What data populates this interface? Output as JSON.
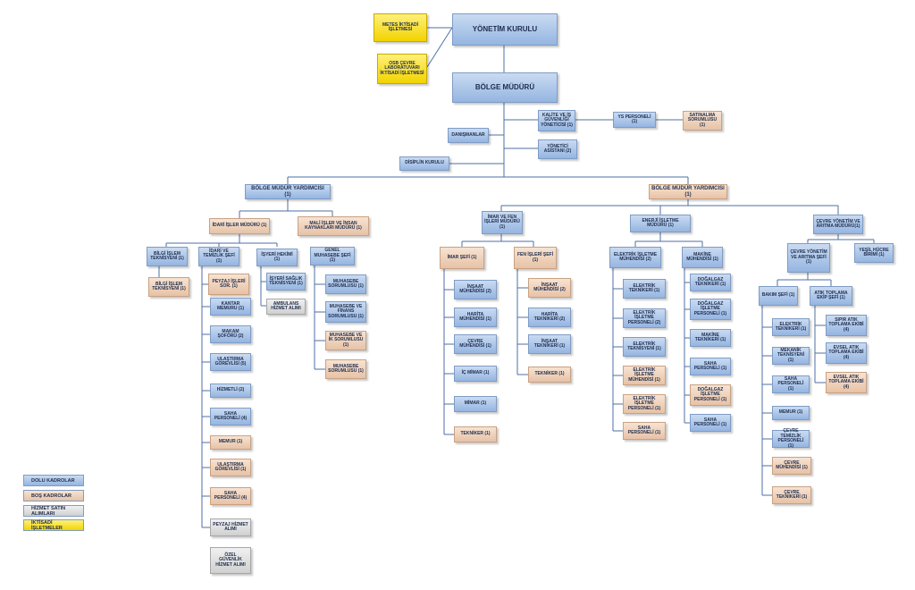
{
  "chart": {
    "top_board": "YÖNETİM KURULU",
    "metes": "METES İKTİSADİ İŞLETMESİ",
    "osb_lab": "OSB ÇEVRE LABORATUVARI İKTİSADİ İŞLETMESİ",
    "regional_manager": "BÖLGE MÜDÜRÜ",
    "quality_head": "KALİTE VE İŞ GÜVENLİĞİ YÖNETİCİSİ (1)",
    "ys_staff": "YS PERSONELİ (1)",
    "purchasing": "SATINALMA SORUMLUSU (1)",
    "advisors": "DANIŞMANLAR",
    "exec_assistant": "YÖNETİCİ ASİSTANI (2)",
    "discipline": "DİSİPLİN KURULU",
    "deputy_left": "BÖLGE MÜDÜR YARDIMCISI (1)",
    "deputy_right": "BÖLGE MÜDÜR YARDIMCISI (1)",
    "admin_dir": "İDARİ İŞLER MÜDÜRÜ (1)",
    "finance_dir": "MALİ İŞLER VE İNSAN KAYNAKLARI MÜDÜRÜ (1)",
    "it_tech": "BİLGİ İŞLEM TEKNİSYENİ (1)",
    "it_tech2": "BİLGİ İŞLEM TEKNİSYENİ (1)",
    "admin_clean_chief": "İDARİ VE TEMİZLİK ŞEFİ (1)",
    "landscape_chief": "PEYZAJ İŞLERİ SOR. (1)",
    "scale_officer": "KANTAR MEMURU (1)",
    "driver": "MAKAM ŞOFÖRÜ (2)",
    "transport": "ULAŞTIRMA GÖREVLİSİ (5)",
    "servant": "HİZMETLİ (2)",
    "field_staff_4": "SAHA PERSONELİ (4)",
    "clerk": "MEMUR (1)",
    "transport_1": "ULAŞTIRMA GÖREVLİSİ (1)",
    "field_staff_4b": "SAHA PERSONELİ (4)",
    "landscape_service": "PEYZAJ HİZMET ALIMI",
    "security_service": "ÖZEL GÜVENLİK HİZMET ALIMI",
    "workplace_doctor": "İŞYERİ HEKİMİ (1)",
    "health_tech": "İŞYERİ SAĞLIK TEKNİSYENİ (1)",
    "ambulance": "AMBULANS HİZMET ALIMI",
    "gen_accounting": "GENEL MUHASEBE ŞEFİ (1)",
    "accounting": "MUHASEBE SORUMLUSU (1)",
    "acc_finance": "MUHASEBE VE FİNANS SORUMLUSU (1)",
    "acc_hr": "MUHASEBE VE İK SORUMLUSU (1)",
    "acc_1": "MUHASEBE SORUMLUSU (1)",
    "zoning_dir": "İMAR VE FEN İŞLERİ MÜDÜRÜ (1)",
    "zoning_chief": "İMAR ŞEFİ (1)",
    "fen_chief": "FEN İŞLERİ ŞEFİ (1)",
    "civil_eng_2": "İNŞAAT MÜHENDİSİ (2)",
    "map_eng": "HARİTA MÜHENDİSİ (1)",
    "env_eng": "ÇEVRE MÜHENDİSİ (1)",
    "interior_arch": "İÇ MİMAR (1)",
    "architect": "MİMAR (1)",
    "technician_a": "TEKNİKER (1)",
    "civil_eng_2b": "İNŞAAT MÜHENDİSİ (2)",
    "map_tech": "HARİTA TEKNİKERİ (2)",
    "civil_tech": "İNŞAAT TEKNİKERİ (1)",
    "technician_b": "TEKNİKER (1)",
    "energy_dir": "ENERJİ İŞLETME MÜDÜRÜ (1)",
    "elec_op_eng": "ELEKTRİK İŞLETME MÜHENDİSİ (2)",
    "mech_eng": "MAKİNE MÜHENDİSİ (1)",
    "elec_tech": "ELEKTRİK TEKNİKERİ (1)",
    "elec_op_staff": "ELEKTRİK İŞLETME PERSONELİ (2)",
    "elec_techn": "ELEKTRİK TEKNİSYENİ (1)",
    "elec_op_eng_1": "ELEKTRİK İŞLETME MÜHENDİSİ (1)",
    "elec_op_staff_1": "ELEKTRİK İŞLETME PERSONELİ (1)",
    "field_staff_e": "SAHA PERSONELİ (1)",
    "gas_tech": "DOĞALGAZ TEKNİKERİ (1)",
    "gas_op": "DOĞALGAZ İŞLETME PERSONELİ (1)",
    "mech_tech": "MAKİNE TEKNİKERİ (1)",
    "field_staff_m": "SAHA PERSONELİ (1)",
    "gas_op_2": "DOĞALGAZ İŞLETME PERSONELİ (1)",
    "field_staff_m2": "SAHA PERSONELİ (1)",
    "env_dir": "ÇEVRE YÖNETİM VE ARITMA MÜDÜRÜ(1)",
    "env_treat_chief": "ÇEVRE YÖNETİM VE ARITMA ŞEFİ (1)",
    "green_cell": "YEŞİL HÜCRE BİRİMİ (1)",
    "maint_chief": "BAKIM ŞEFİ (1)",
    "waste_chief": "ATIK TOPLAMA EKİP ŞEFİ (1)",
    "elec_tech_env": "ELEKTRİK TEKNİKERİ (1)",
    "mech_techn": "MEKANİK TEKNİSYENİ (1)",
    "field_env": "SAHA PERSONELİ (1)",
    "clerk_env": "MEMUR (1)",
    "env_clean": "ÇEVRE TEMİZLİK PERSONELİ (1)",
    "env_eng_env": "ÇEVRE MÜHENDİSİ (1)",
    "env_tech": "ÇEVRE TEKNİKERİ (1)",
    "sipir_team": "SIPIR ATIK TOPLAMA EKİBİ (4)",
    "evsel_team": "EVSEL ATIK TOPLAMA EKİBİ (4)",
    "evsel_team2": "EVSEL ATIK TOPLAMA EKİBİ (4)"
  },
  "legend": {
    "filled": "DOLU KADROLAR",
    "empty": "BOŞ KADROLAR",
    "services": "HİZMET SATIN ALIMLARI",
    "enterprises": "İKTİSADİ İŞLETMELER"
  }
}
